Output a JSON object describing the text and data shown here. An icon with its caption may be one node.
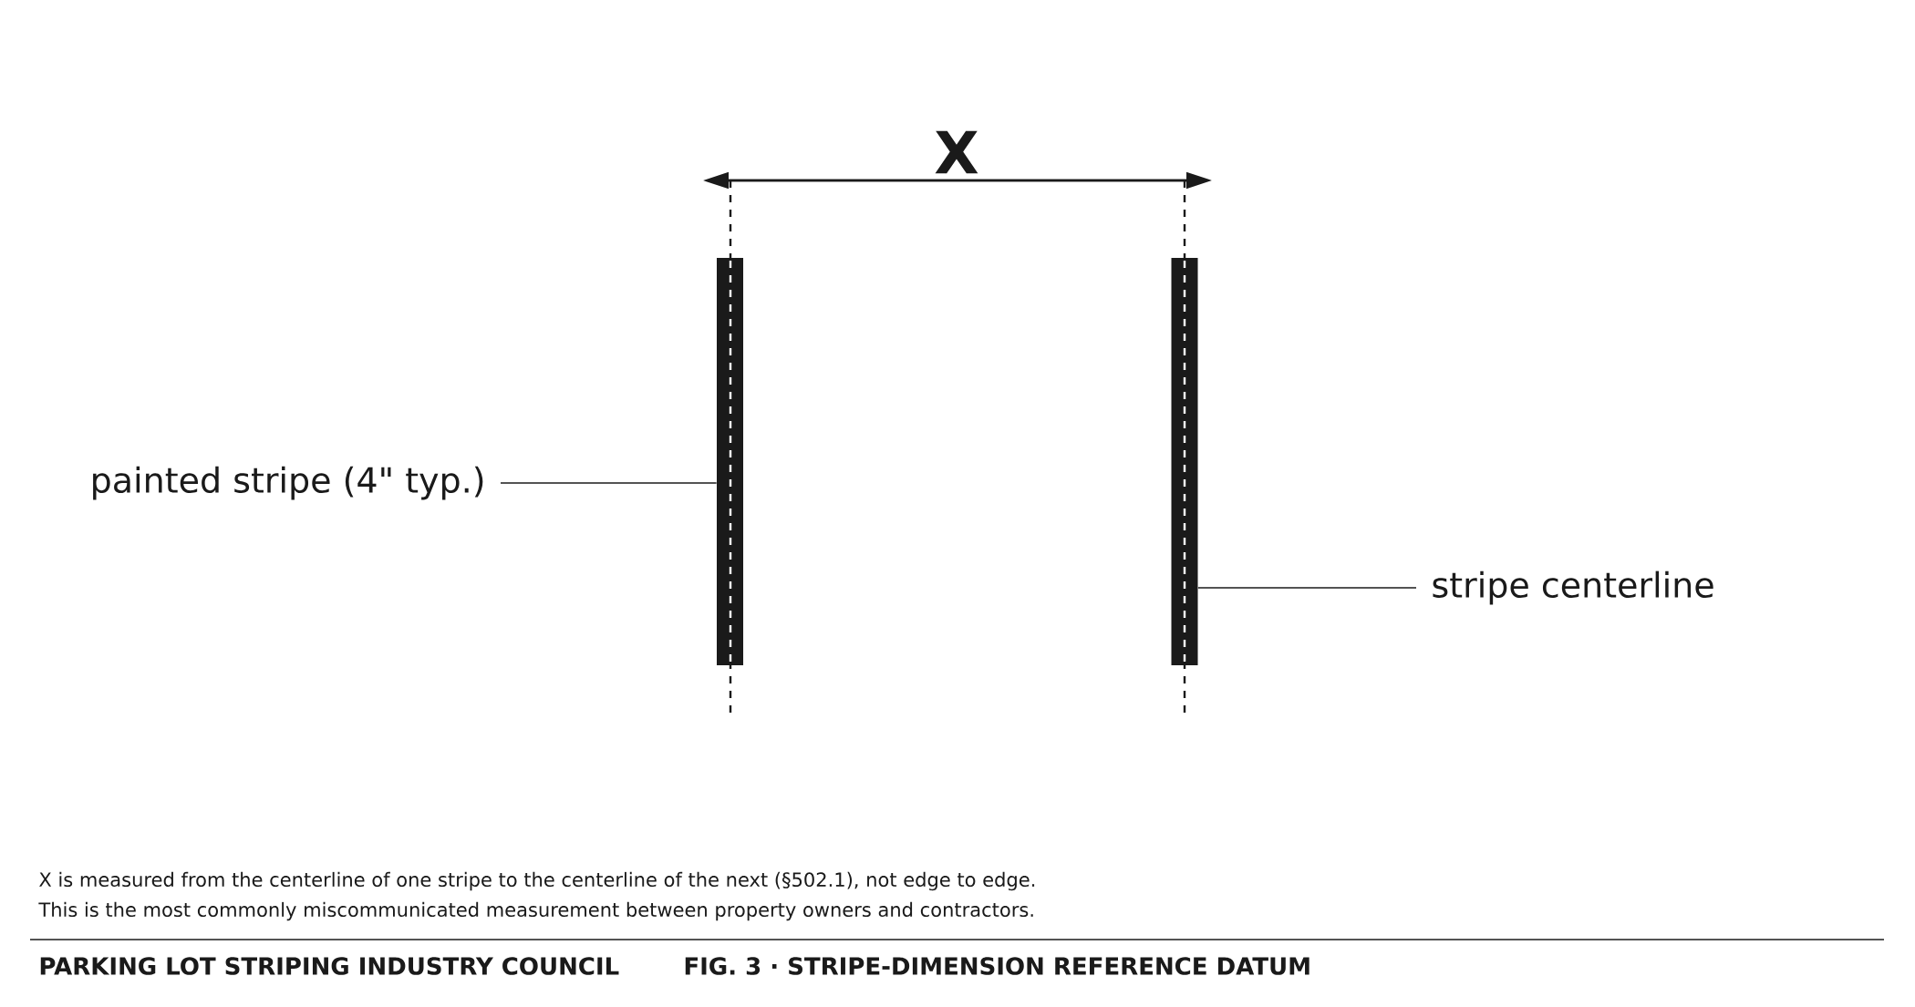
{
  "diagram": {
    "title": "FIG. 3  ·  STRIPE-DIMENSION REFERENCE DATUM",
    "nodes": [
      {
        "text": [
          "painted stripe (4\" typ.)"
        ]
      },
      {
        "text": [],
        "shape": "bar"
      },
      {
        "text": [],
        "shape": "bar"
      },
      {
        "text": [
          "stripe centerline"
        ]
      }
    ],
    "edges": [
      {
        "from": 0,
        "to": 1,
        "arrow": "none"
      },
      {
        "from": 3,
        "to": 2,
        "arrow": "none"
      }
    ],
    "labels": [
      "X",
      "X is measured from the centerline of one stripe to the centerline of the next (§502.1), not edge to edge.",
      "This is the most commonly miscommunicated measurement between property owners and contractors.",
      "PARKING LOT STRIPING INDUSTRY COUNCIL"
    ]
  }
}
